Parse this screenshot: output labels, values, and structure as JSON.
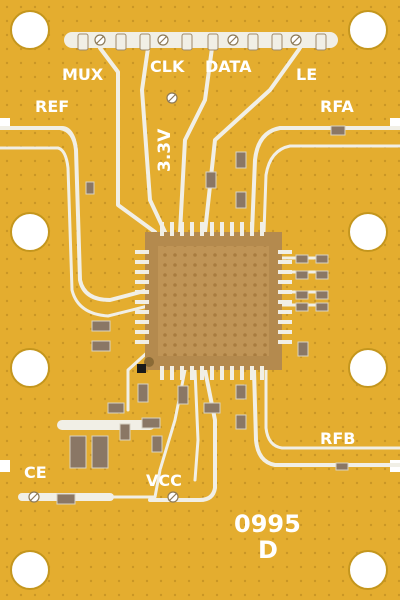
{
  "board": {
    "labels": {
      "mux": "MUX",
      "clk": "CLK",
      "data": "DATA",
      "le": "LE",
      "ref": "REF",
      "voltage": "3.3V",
      "rfa": "RFA",
      "rfb": "RFB",
      "ce": "CE",
      "vcc": "VCC",
      "part_number": "0995",
      "revision": "D"
    },
    "colors": {
      "substrate": "#e4ad2f",
      "trace": "#f1efe6",
      "hole": "#ffffff",
      "chip_body": "#b48a4e",
      "chip_pad": "#a87c3f",
      "silkscreen": "#ffffff",
      "component": "#8a7765"
    }
  }
}
